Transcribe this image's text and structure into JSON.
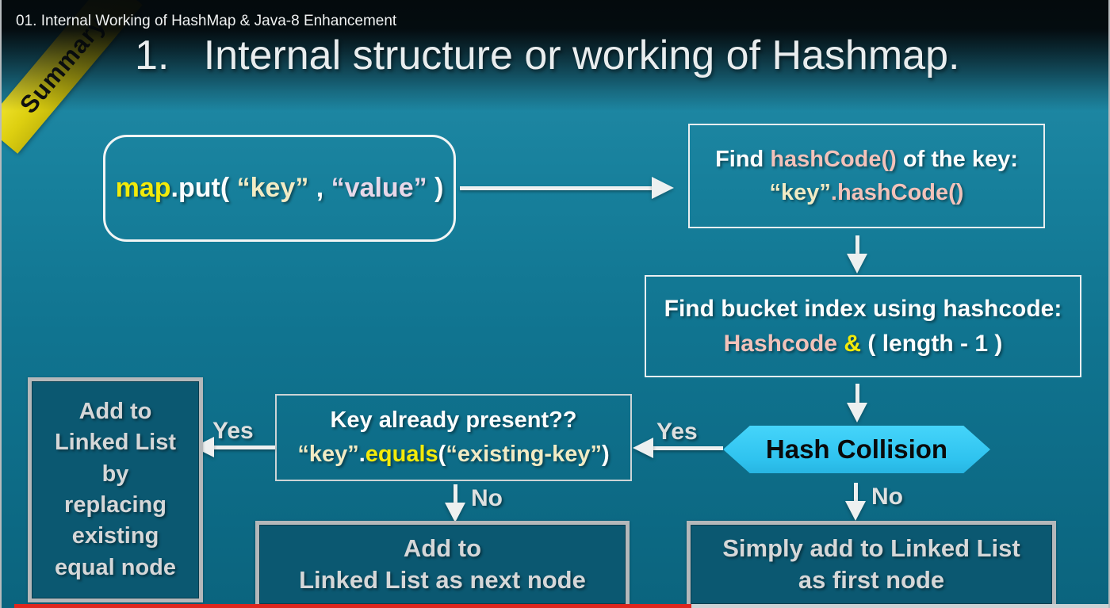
{
  "window": {
    "video_title": "01. Internal Working of HashMap & Java-8 Enhancement"
  },
  "ribbon": {
    "label": "Summary"
  },
  "slide": {
    "title": "1.   Internal structure or working of Hashmap."
  },
  "flow": {
    "map_put": {
      "fn": "map",
      "put": ".put( ",
      "key": "“key”",
      "comma": " , ",
      "value": "“value”",
      "close": " )"
    },
    "hashcode_box": {
      "l1_a": "Find ",
      "l1_b": "hashCode()",
      "l1_c": " of the key:",
      "l2_a": "“key”",
      "l2_b": ".hashCode()"
    },
    "bucket_box": {
      "l1": "Find bucket index using hashcode:",
      "l2_a": "Hashcode ",
      "l2_b": "&",
      "l2_c": " ( length - 1 )"
    },
    "hash_collision": {
      "label": "Hash Collision"
    },
    "key_present_box": {
      "l1": "Key already present??",
      "l2_key": "“key”",
      "l2_dot": ".",
      "l2_eq": "equals",
      "l2_open": "(",
      "l2_existing": "“existing-key”",
      "l2_close": ")"
    },
    "replace_box": {
      "lines": [
        "Add to",
        "Linked List",
        "by",
        "replacing",
        "existing",
        "equal node"
      ]
    },
    "next_node_box": {
      "l1": "Add to",
      "l2": "Linked List as next node"
    },
    "first_node_box": {
      "l1": "Simply add to Linked List",
      "l2": "as first node"
    },
    "edges": {
      "yes_hex_to_key": "Yes",
      "yes_key_to_replace": "Yes",
      "no_key": "No",
      "no_hex": "No"
    }
  },
  "colors": {
    "background_teal": "#10758f",
    "accent_yellow": "#f2ea0a",
    "string_cream": "#f1ebc4",
    "method_pink": "#f2c2ba",
    "value_lavender": "#e7d8e9",
    "hexagon_cyan": "#36c9f2",
    "ribbon_yellow": "#e6d714",
    "progress_red": "#df271e",
    "progress_track": "#ccd2d4",
    "node_fill_dark": "#0b5871",
    "node_border_gray": "#b4b8ba"
  }
}
